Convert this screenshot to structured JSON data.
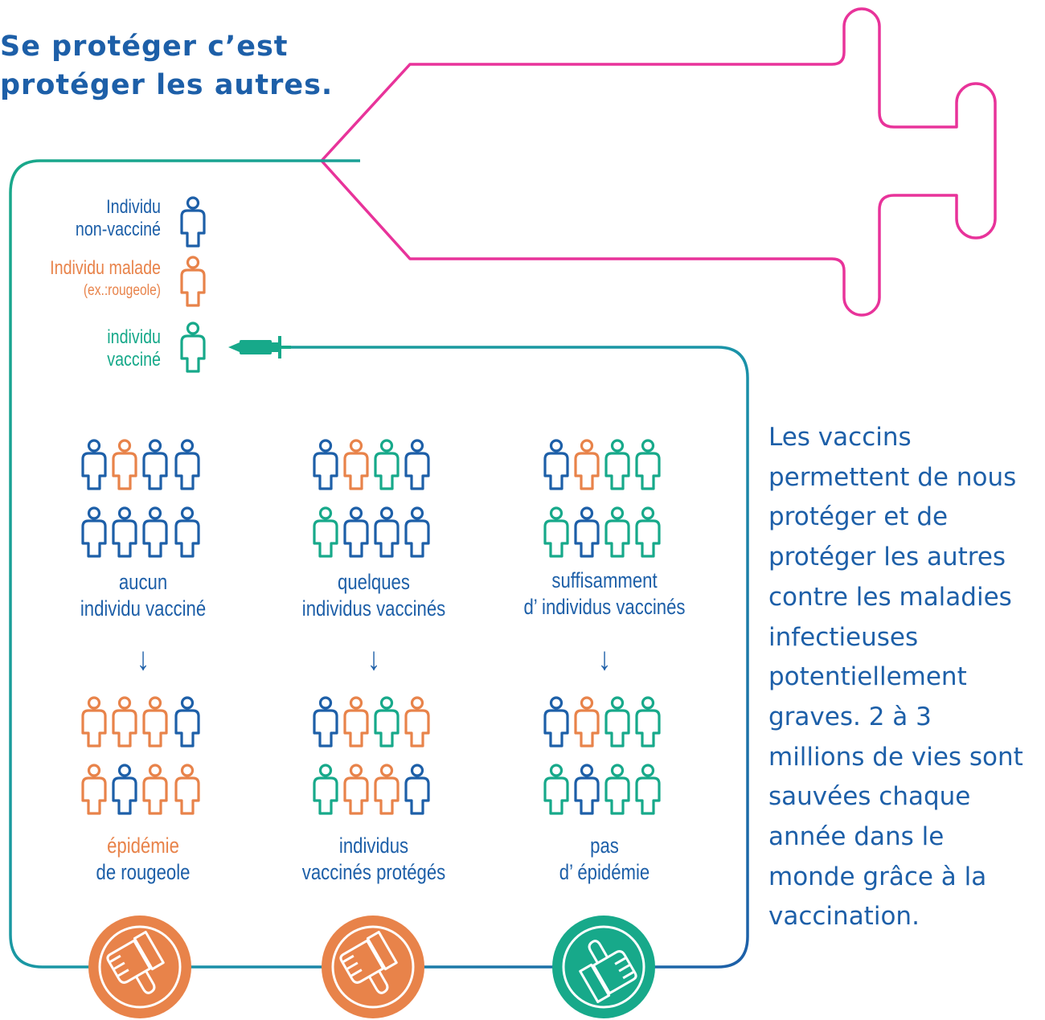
{
  "title": {
    "line1": "Se protéger c’est",
    "line2": "protéger les autres."
  },
  "legend": [
    {
      "line1": "Individu",
      "line2": "non-vacciné",
      "type": "non_vaccinated"
    },
    {
      "line1": "Individu malade",
      "line2": "(ex.:rougeole)",
      "type": "sick"
    },
    {
      "line1": "individu",
      "line2": "vacciné",
      "type": "vaccinated"
    }
  ],
  "colors": {
    "non_vaccinated": "#1d5fa8",
    "sick": "#e8834a",
    "vaccinated": "#17a98a",
    "syringe_outline": "#e8339a",
    "frame": "#17a98a"
  },
  "scenarios": [
    {
      "before": [
        [
          "N",
          "S",
          "N",
          "N"
        ],
        [
          "N",
          "N",
          "N",
          "N"
        ]
      ],
      "caption_line1": "aucun",
      "caption_line2": "individu vacciné",
      "arrow": "↓",
      "after": [
        [
          "S",
          "S",
          "S",
          "N"
        ],
        [
          "S",
          "N",
          "S",
          "S"
        ]
      ],
      "result_line1": "épidémie",
      "result_line2": "de rougeole",
      "outcome": "thumbs-down"
    },
    {
      "before": [
        [
          "N",
          "S",
          "V",
          "N"
        ],
        [
          "V",
          "N",
          "N",
          "N"
        ]
      ],
      "caption_line1": "quelques",
      "caption_line2": "individus vaccinés",
      "arrow": "↓",
      "after": [
        [
          "N",
          "S",
          "V",
          "S"
        ],
        [
          "V",
          "S",
          "S",
          "N"
        ]
      ],
      "result_line1": "individus",
      "result_line2": "vaccinés protégés",
      "outcome": "thumbs-down"
    },
    {
      "before": [
        [
          "N",
          "S",
          "V",
          "V"
        ],
        [
          "V",
          "N",
          "V",
          "V"
        ]
      ],
      "caption_line1": "suffisamment",
      "caption_line2": "d’ individus vaccinés",
      "arrow": "↓",
      "after": [
        [
          "N",
          "S",
          "V",
          "V"
        ],
        [
          "V",
          "N",
          "V",
          "V"
        ]
      ],
      "result_line1": "pas",
      "result_line2": "d’ épidémie",
      "outcome": "thumbs-up"
    }
  ],
  "side_text": [
    "Les vaccins",
    "permettent de nous",
    "protéger et de",
    "protéger les autres",
    "contre les maladies",
    "infectieuses",
    "potentiellement",
    "graves. 2 à 3",
    "millions de vies sont",
    "sauvées chaque",
    "année dans le",
    "monde grâce à la",
    "vaccination."
  ]
}
